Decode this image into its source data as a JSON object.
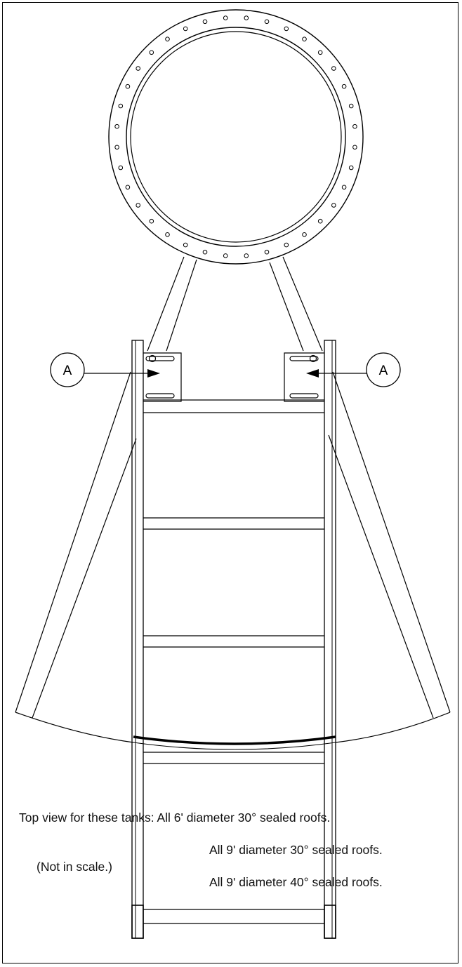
{
  "callouts": {
    "left": "A",
    "right": "A"
  },
  "caption": {
    "line1": "Top view for these tanks: All 6' diameter 30° sealed roofs.",
    "line2": "All 9' diameter 30° sealed roofs.",
    "line3": "All 9' diameter 40° sealed roofs.",
    "note": "(Not in scale.)"
  },
  "colors": {
    "ink": "#000000",
    "background": "#ffffff"
  },
  "icons": {
    "flange": "manway-flange",
    "ladder": "ladder-top-view"
  }
}
